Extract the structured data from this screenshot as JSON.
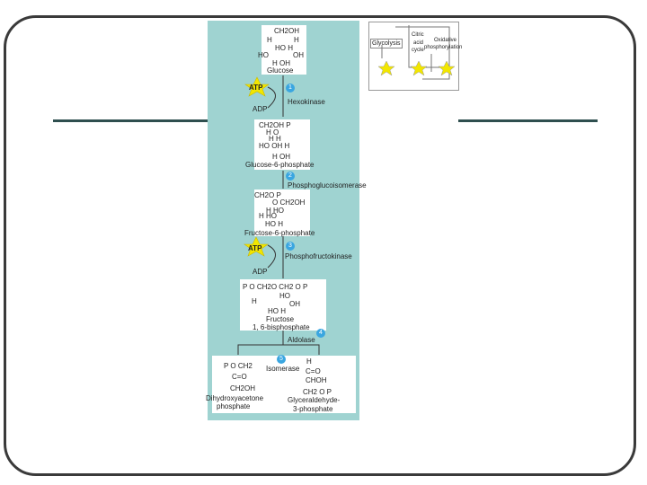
{
  "colors": {
    "panel": "#9fd3d1",
    "step_circle": "#3aa6e0",
    "atp_star": "#f2e600",
    "rule": "#2f4f4f"
  },
  "inset": {
    "glycolysis": "Glycolysis",
    "citric_a": "Citric",
    "citric_b": "acid",
    "citric_c": "cycle",
    "oxphos_a": "Oxidative",
    "oxphos_b": "phosphorylation"
  },
  "glucose": {
    "ch2oh": "CH2OH",
    "h1": "H",
    "h2": "H",
    "ho_h": "HO H",
    "ho": "HO",
    "oh": "OH",
    "h_oh": "H  OH",
    "name": "Glucose"
  },
  "step1": {
    "num": "1",
    "atp": "ATP",
    "adp": "ADP",
    "enzyme": "Hexokinase"
  },
  "g6p": {
    "ch2oh_p": "CH2OH   P",
    "h_o": "H      O",
    "h_h": "H       H",
    "ho_oh": "HO  OH H",
    "h_oh": "H  OH",
    "name": "Glucose-6-phosphate"
  },
  "step2": {
    "num": "2",
    "enzyme": "Phosphoglucoisomerase"
  },
  "f6p": {
    "ch2o_p": "CH2O  P",
    "o_ch2oh": "O  CH2OH",
    "h_ho": "H  HO",
    "h_ho2": "H        HO",
    "ho_h": "HO  H",
    "name": "Fructose-6-phosphate"
  },
  "step3": {
    "num": "3",
    "atp": "ATP",
    "adp": "ADP",
    "enzyme": "Phosphofructokinase"
  },
  "f16bp": {
    "top": "P  O  CH2O  CH2 O   P",
    "ho": "HO",
    "h": "H",
    "oh": "OH",
    "ho_h": "HO  H",
    "name_a": "Fructose",
    "name_b": "1, 6-bisphosphate"
  },
  "step4": {
    "num": "4",
    "enzyme": "Aldolase"
  },
  "step5": {
    "num": "5",
    "enzyme": "Isomerase"
  },
  "dhap": {
    "top": "P  O CH2",
    "co": "C=O",
    "ch2oh": "CH2OH",
    "name_a": "Dihydroxyacetone",
    "name_b": "phosphate"
  },
  "g3p": {
    "h": "H",
    "co": "C=O",
    "choh": "CHOH",
    "ch2o_p": "CH2 O   P",
    "name_a": "Glyceraldehyde-",
    "name_b": "3-phosphate"
  }
}
